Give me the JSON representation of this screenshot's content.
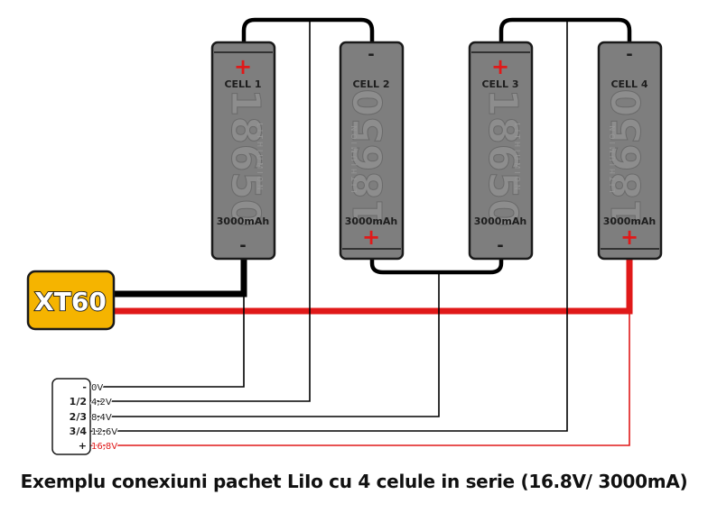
{
  "connector": {
    "label": "XT60"
  },
  "cells": [
    {
      "name": "CELL 1",
      "model": "18650",
      "chem": "LITHIUMION",
      "capacity": "3000mAh",
      "top_terminal": "+",
      "bottom_terminal": "-"
    },
    {
      "name": "CELL 2",
      "model": "18650",
      "chem": "LITHIUMION",
      "capacity": "3000mAh",
      "top_terminal": "-",
      "bottom_terminal": "+"
    },
    {
      "name": "CELL 3",
      "model": "18650",
      "chem": "LITHIUMION",
      "capacity": "3000mAh",
      "top_terminal": "+",
      "bottom_terminal": "-"
    },
    {
      "name": "CELL 4",
      "model": "18650",
      "chem": "LITHIUMION",
      "capacity": "3000mAh",
      "top_terminal": "-",
      "bottom_terminal": "+"
    }
  ],
  "balance_plug": {
    "pins": [
      {
        "pin": "-",
        "voltage": "0V"
      },
      {
        "pin": "1/2",
        "voltage": "4,2V"
      },
      {
        "pin": "2/3",
        "voltage": "8,4V"
      },
      {
        "pin": "3/4",
        "voltage": "12,6V"
      },
      {
        "pin": "+",
        "voltage": "16,8V"
      }
    ]
  },
  "caption": "Exemplu conexiuni pachet LiIo cu 4 celule in serie (16.8V/ 3000mA)",
  "colors": {
    "wire_negative": "#000000",
    "wire_positive": "#e01919",
    "cell_body": "#7e7e7e",
    "connector": "#f5b400",
    "terminal_plus": "#e01919"
  }
}
